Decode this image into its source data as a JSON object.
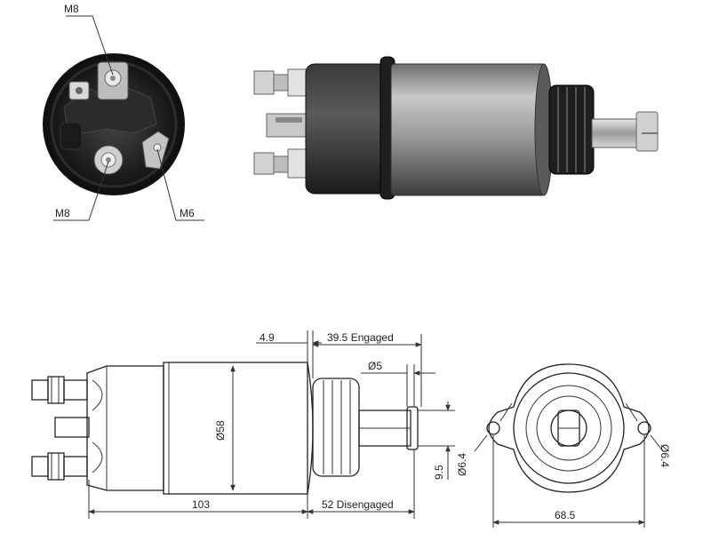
{
  "callouts": {
    "end_view": {
      "top_terminal": "M8",
      "bottom_left_terminal": "M8",
      "bottom_right_terminal": "M6"
    }
  },
  "dimensions": {
    "plunger_offset": "4.9",
    "engaged": "39.5 Engaged",
    "pin_diameter": "Ø5",
    "body_diameter": "Ø58",
    "overall_length": "103",
    "disengaged": "52 Disengaged",
    "slot_width": "9.5",
    "hole_left": "Ø6.4",
    "hole_right": "Ø6.4",
    "flange_width": "68.5"
  },
  "colors": {
    "line": "#333333",
    "text": "#222222",
    "metal_dark": "#2a2a2a",
    "metal_grey": "#8a8a8a"
  }
}
